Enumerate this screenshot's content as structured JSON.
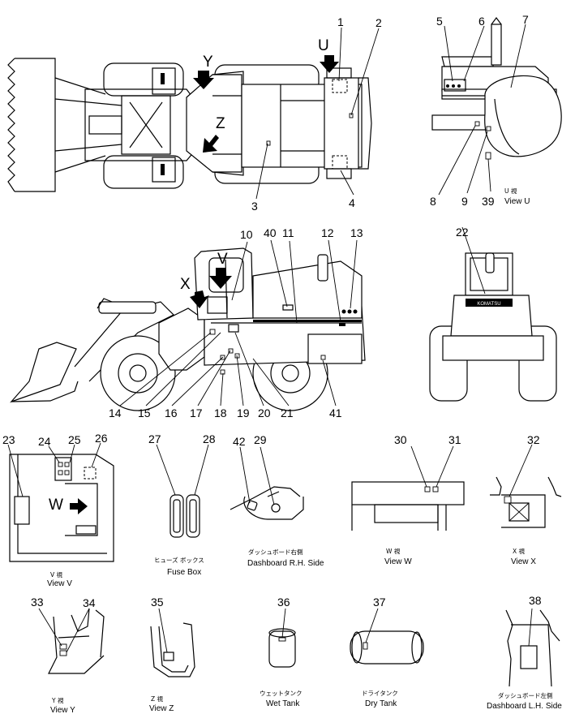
{
  "callouts": {
    "c1": "1",
    "c2": "2",
    "c3": "3",
    "c4": "4",
    "c5": "5",
    "c6": "6",
    "c7": "7",
    "c8": "8",
    "c9": "9",
    "c10": "10",
    "c11": "11",
    "c12": "12",
    "c13": "13",
    "c14": "14",
    "c15": "15",
    "c16": "16",
    "c17": "17",
    "c18": "18",
    "c19": "19",
    "c20": "20",
    "c21": "21",
    "c22": "22",
    "c23": "23",
    "c24": "24",
    "c25": "25",
    "c26": "26",
    "c27": "27",
    "c28": "28",
    "c29": "29",
    "c30": "30",
    "c31": "31",
    "c32": "32",
    "c33": "33",
    "c34": "34",
    "c35": "35",
    "c36": "36",
    "c37": "37",
    "c38": "38",
    "c39": "39",
    "c40": "40",
    "c41": "41",
    "c42": "42"
  },
  "view_letters": {
    "u": "U",
    "y": "Y",
    "z": "Z",
    "v": "V",
    "x": "X",
    "w": "W"
  },
  "captions": {
    "view_u_jp": "U 視",
    "view_u": "View U",
    "fuse_box_jp": "ヒューズ ボックス",
    "fuse_box": "Fuse Box",
    "dash_rh_jp": "ダッシュボード右側",
    "dash_rh": "Dashboard R.H. Side",
    "view_w_jp": "W 視",
    "view_w": "View W",
    "view_x_jp": "X 視",
    "view_x": "View X",
    "view_v_jp": "V 視",
    "view_v": "View V",
    "view_y_jp": "Y 視",
    "view_y": "View Y",
    "view_z_jp": "Z 視",
    "view_z": "View Z",
    "wet_tank_jp": "ウェットタンク",
    "wet_tank": "Wet Tank",
    "dry_tank_jp": "ドライタンク",
    "dry_tank": "Dry Tank",
    "dash_lh_jp": "ダッシュボード左側",
    "dash_lh": "Dashboard L.H. Side"
  },
  "colors": {
    "line": "#000000",
    "background": "#ffffff"
  }
}
